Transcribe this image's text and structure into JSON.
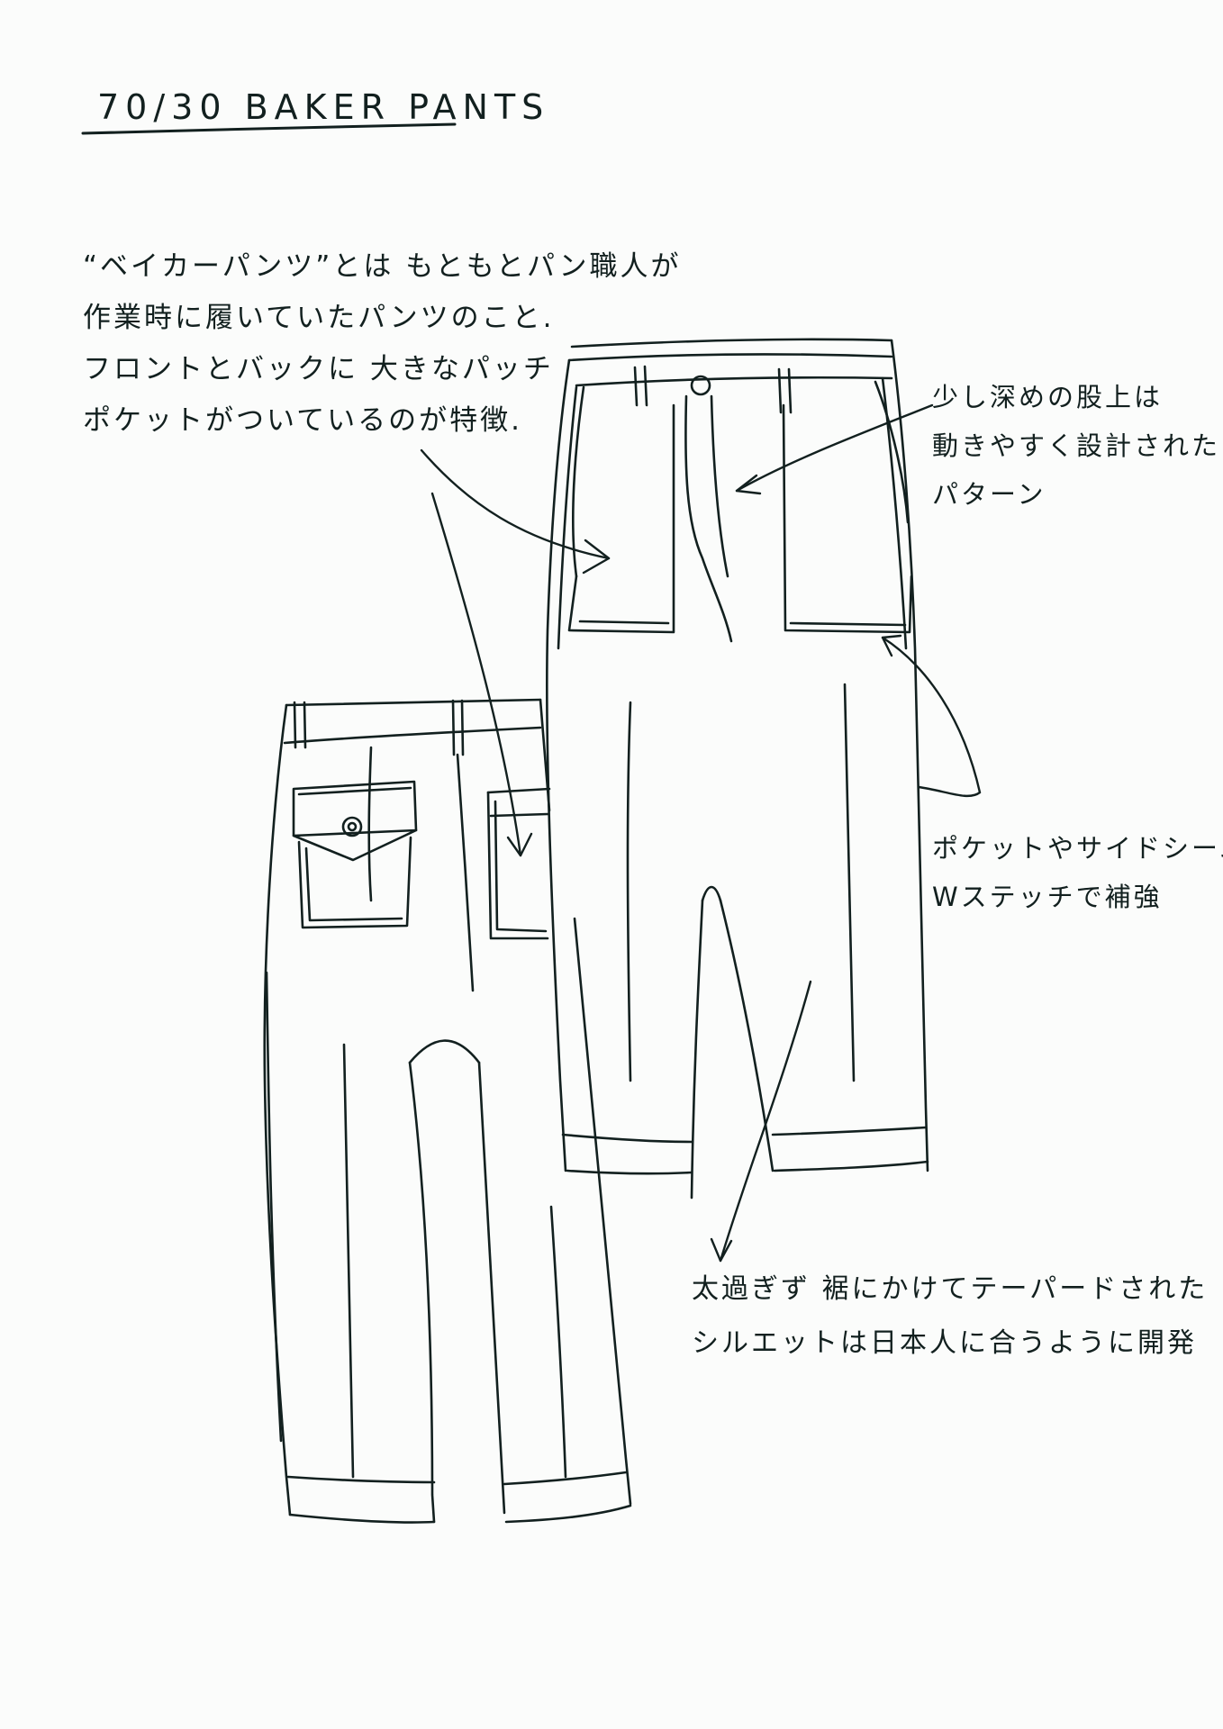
{
  "title": "70/30 BAKER PANTS",
  "notes": {
    "main": [
      "“ベイカーパンツ”とは もともとパン職人が",
      "作業時に履いていたパンツのこと.",
      "フロントとバックに 大きなパッチ",
      "ポケットがついているのが特徴."
    ],
    "rise": [
      "少し深めの股上は",
      "動きやすく設計された",
      "パターン"
    ],
    "stitch": [
      "ポケットやサイドシームは",
      "Wステッチで補強"
    ],
    "taper": [
      "太過ぎず 裾にかけてテーパードされた",
      "シルエットは日本人に合うように開発"
    ]
  },
  "colors": {
    "ink": "#12201f",
    "paper": "#fbfcfb"
  }
}
